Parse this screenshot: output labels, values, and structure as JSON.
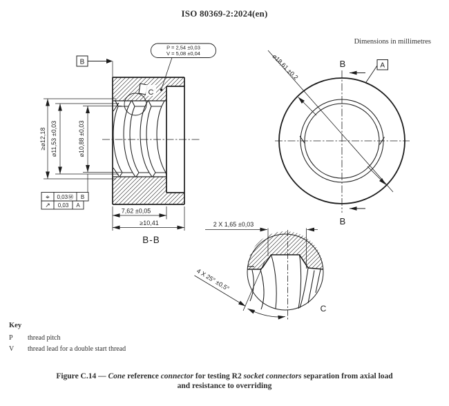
{
  "page": {
    "title": "ISO 80369-2:2024(en)",
    "dimensions_note": "Dimensions in millimetres"
  },
  "section_view": {
    "label": "B-B",
    "datum_b": "B",
    "detail_circle_label": "C",
    "callout": {
      "line1": "P = 2,54 ±0,03",
      "line2": "V = 5,08 ±0,04"
    },
    "dims": {
      "major": "≥⌀12,18",
      "mid": "⌀11,53 ±0,03",
      "minor": "⌀10,88 ±0,03",
      "depth": "7,62 ±0,05",
      "overall": "≥10,41"
    },
    "fcf": {
      "row1": {
        "symbol": "⌖",
        "value": "0,03",
        "modifier": "Ⓜ",
        "datum": "B"
      },
      "row2": {
        "symbol": "↗",
        "value": "0,03",
        "datum": "A"
      }
    }
  },
  "end_view": {
    "dim_od": "⌀18,61 ±0,2",
    "datum_a": "A",
    "arrow_top": "B",
    "arrow_bottom": "B"
  },
  "detail_view": {
    "label": "C",
    "dim_width": "2 X 1,65 ±0,03",
    "dim_angle": "4 X 25° ±0,5°"
  },
  "key": {
    "heading": "Key",
    "entries": [
      {
        "symbol": "P",
        "desc": "thread pitch"
      },
      {
        "symbol": "V",
        "desc": "thread lead for a double start thread"
      }
    ]
  },
  "caption": {
    "s1": "Figure C.14 — ",
    "s2": "Cone",
    "s3": " reference ",
    "s4": "connector",
    "s5": " for testing R2 ",
    "s6": "socket connectors",
    "s7": " separation from axial load",
    "line2": "and resistance to overriding"
  }
}
